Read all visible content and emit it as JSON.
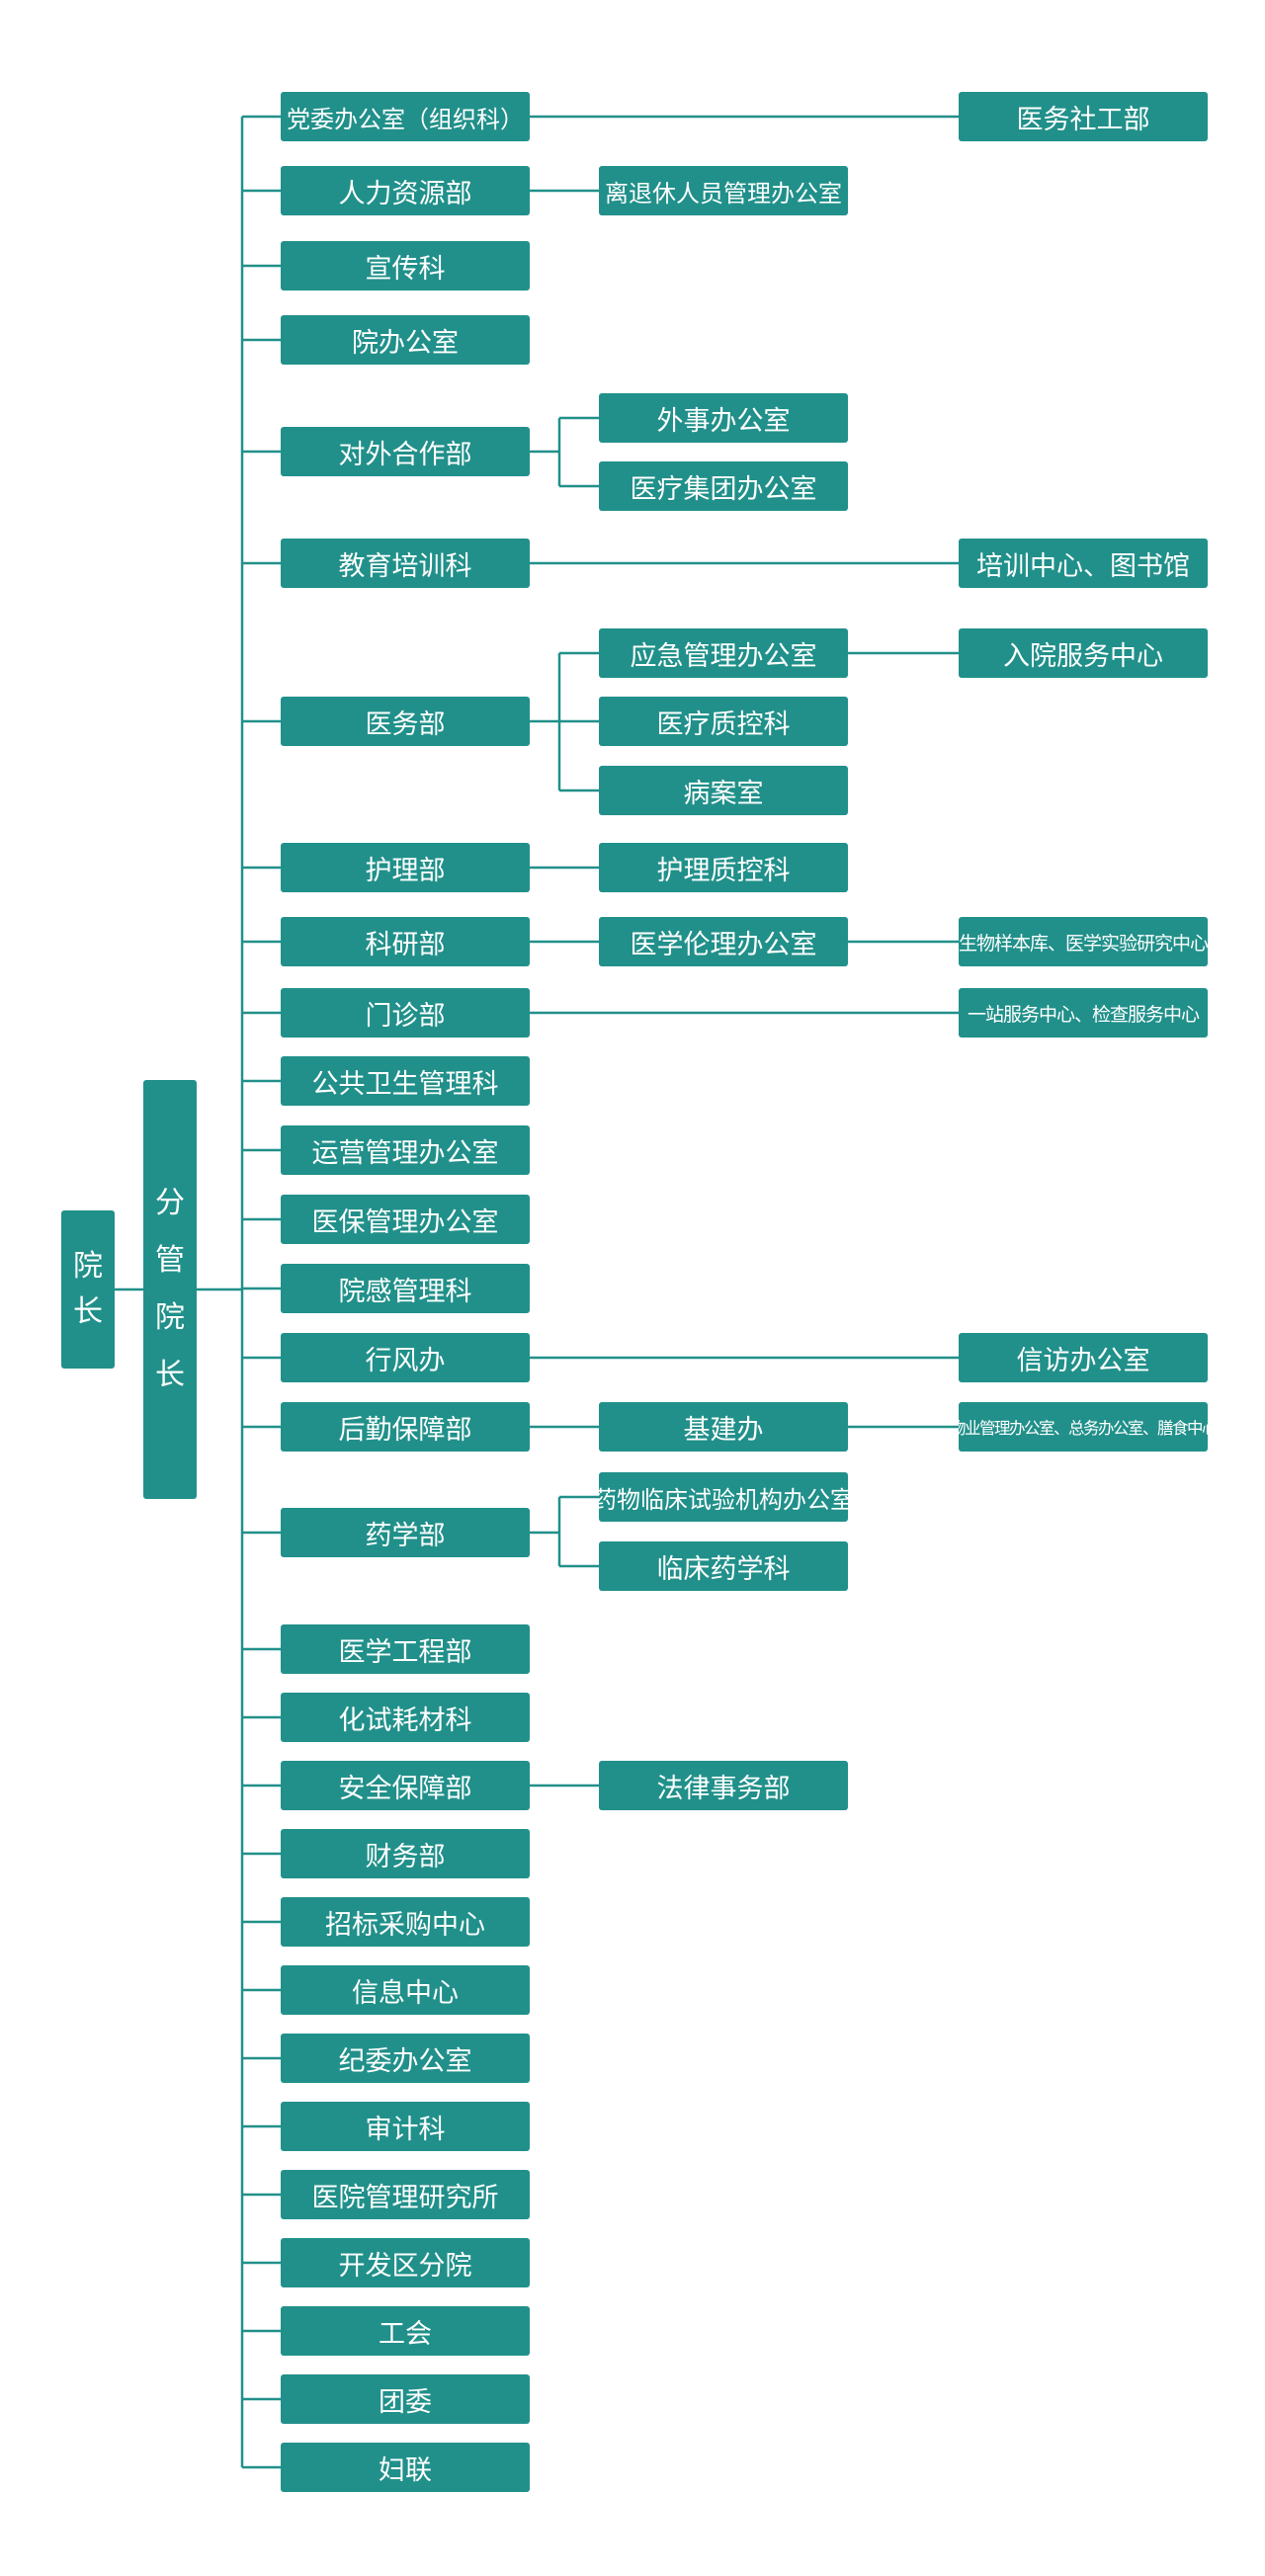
{
  "root": {
    "label": "院长"
  },
  "vice": {
    "label": "分管院长"
  },
  "branches": [
    {
      "label": "党委办公室（组织科）",
      "children": [],
      "ext": "医务社工部"
    },
    {
      "label": "人力资源部",
      "children": [
        "离退休人员管理办公室"
      ]
    },
    {
      "label": "宣传科",
      "children": []
    },
    {
      "label": "院办公室",
      "children": []
    },
    {
      "label": "对外合作部",
      "children": [
        "外事办公室",
        "医疗集团办公室"
      ]
    },
    {
      "label": "教育培训科",
      "children": [],
      "ext": "培训中心、图书馆"
    },
    {
      "label": "医务部",
      "children": [
        "应急管理办公室",
        "医疗质控科",
        "病案室"
      ],
      "sub": {
        "from": 0,
        "label": "入院服务中心"
      }
    },
    {
      "label": "护理部",
      "children": [
        "护理质控科"
      ]
    },
    {
      "label": "科研部",
      "children": [
        "医学伦理办公室"
      ],
      "sub": {
        "from": 0,
        "label": "生物样本库、医学实验研究中心"
      }
    },
    {
      "label": "门诊部",
      "children": [],
      "ext": "一站服务中心、检查服务中心"
    },
    {
      "label": "公共卫生管理科",
      "children": []
    },
    {
      "label": "运营管理办公室",
      "children": []
    },
    {
      "label": "医保管理办公室",
      "children": []
    },
    {
      "label": "院感管理科",
      "children": []
    },
    {
      "label": "行风办",
      "children": [],
      "ext": "信访办公室"
    },
    {
      "label": "后勤保障部",
      "children": [
        "基建办"
      ],
      "sub": {
        "from": 0,
        "label": "物业管理办公室、总务办公室、膳食中心"
      }
    },
    {
      "label": "药学部",
      "children": [
        "药物临床试验机构办公室",
        "临床药学科"
      ]
    },
    {
      "label": "医学工程部",
      "children": []
    },
    {
      "label": "化试耗材科",
      "children": []
    },
    {
      "label": "安全保障部",
      "children": [
        "法律事务部"
      ]
    },
    {
      "label": "财务部",
      "children": []
    },
    {
      "label": "招标采购中心",
      "children": []
    },
    {
      "label": "信息中心",
      "children": []
    },
    {
      "label": "纪委办公室",
      "children": []
    },
    {
      "label": "审计科",
      "children": []
    },
    {
      "label": "医院管理研究所",
      "children": []
    },
    {
      "label": "开发区分院",
      "children": []
    },
    {
      "label": "工会",
      "children": []
    },
    {
      "label": "团委",
      "children": []
    },
    {
      "label": "妇联",
      "children": []
    }
  ],
  "colors": {
    "node": "#21908a",
    "line": "#21908a",
    "text": "#ffffff"
  }
}
